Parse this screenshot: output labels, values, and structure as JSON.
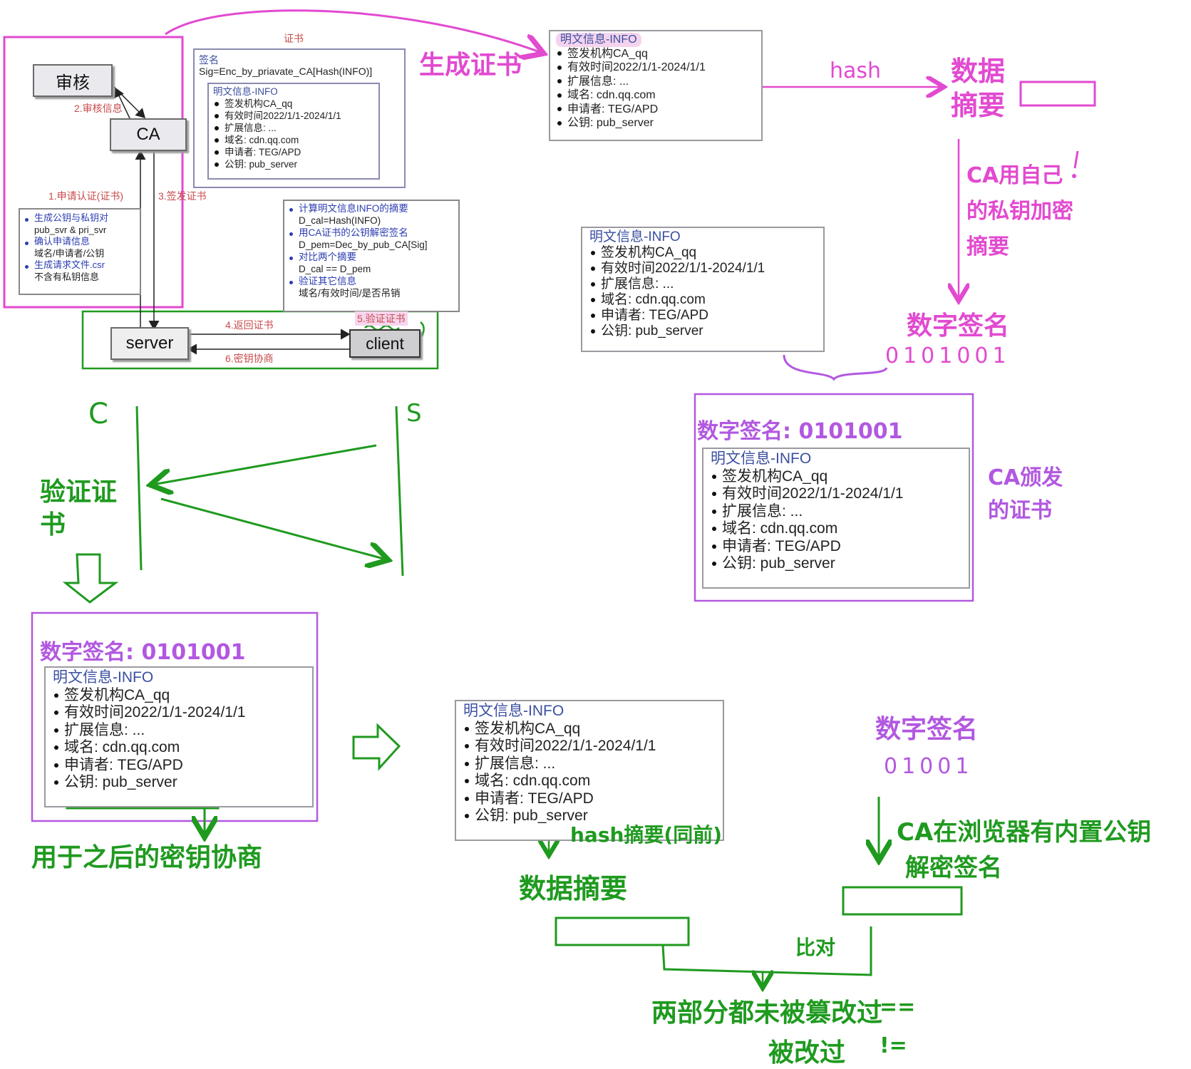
{
  "top_diagram": {
    "audit_node": "审核",
    "ca_node": "CA",
    "server_node": "server",
    "client_node": "client",
    "edge_audit_info": "2.审核信息",
    "edge_apply_cert": "1.申请认证(证书)",
    "edge_issue_cert": "3.签发证书",
    "edge_return_cert": "4.返回证书",
    "edge_verify_cert": "5.验证证书",
    "edge_key_negotiation": "6.密钥协商",
    "apply_steps": [
      {
        "head": "生成公钥与私钥对",
        "detail": "pub_svr & pri_svr"
      },
      {
        "head": "确认申请信息",
        "detail": "域名/申请者/公钥"
      },
      {
        "head": "生成请求文件.csr",
        "detail": "不含有私钥信息"
      }
    ],
    "verify_steps": [
      {
        "head": "计算明文信息INFO的摘要",
        "detail": "D_cal=Hash(INFO)"
      },
      {
        "head": "用CA证书的公钥解密签名",
        "detail": "D_pem=Dec_by_pub_CA[Sig]"
      },
      {
        "head": "对比两个摘要",
        "detail": "D_cal == D_pem"
      },
      {
        "head": "验证其它信息",
        "detail": "域名/有效时间/是否吊销"
      }
    ],
    "certificate": {
      "heading": "证书",
      "sig_label": "签名",
      "sig_formula": "Sig=Enc_by_priavate_CA[Hash(INFO)]"
    }
  },
  "info_block": {
    "title": "明文信息-INFO",
    "items": [
      "签发机构CA_qq",
      "有效时间2022/1/1-2024/1/1",
      "扩展信息: ...",
      "域名: cdn.qq.com",
      "申请者: TEG/APD",
      "公钥: pub_server"
    ]
  },
  "annotations": {
    "generate_cert": "生成证书",
    "hash": "hash",
    "data_digest": "数据摘要",
    "ca_private_encrypt": "CA用自己的私钥加密摘要",
    "digital_signature": "数字签名",
    "signature_bits": "0101001",
    "signature_prefix": "数字签名: 0101001",
    "ca_issued_cert": "CA颁发的证书",
    "client_label": "C",
    "server_label": "S",
    "verify_cert": "验证证书",
    "later_key_negotiation": "用于之后的密钥协商",
    "hash_digest_same": "hash摘要(同前)",
    "data_digest_2": "数据摘要",
    "digital_signature_2": "数字签名",
    "signature_bits_2": "01001",
    "browser_builtin_key": "CA在浏览器有内置公钥",
    "decrypt_signature": "解密签名",
    "compare": "比对",
    "not_tampered": "两部分都未被篡改过",
    "eq_sign": "==",
    "tampered": "被改过",
    "neq_sign": "!="
  },
  "colors": {
    "pink": "#e24ad0",
    "purple": "#b258e0",
    "green": "#1f9a1f",
    "red_label": "#c84b4b",
    "blue_text": "#2b3db0"
  }
}
